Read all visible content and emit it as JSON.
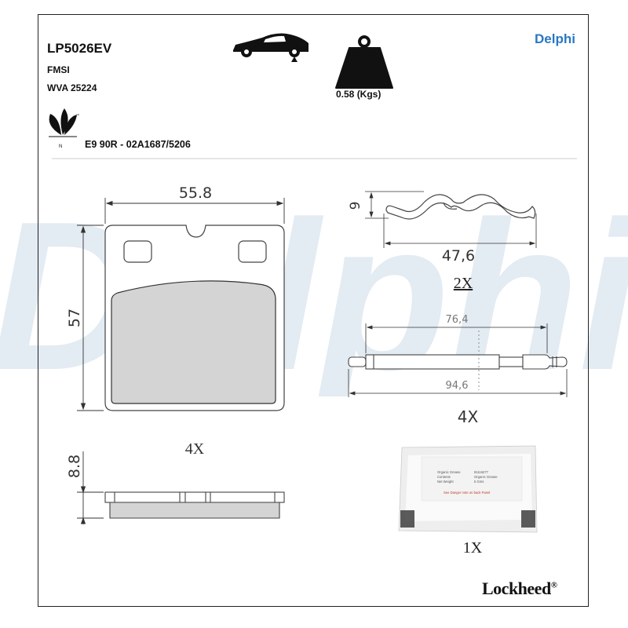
{
  "header": {
    "part_number": "LP5026EV",
    "fmsi_label": "FMSI",
    "wva_label": "WVA 25224",
    "ece_approval": "E9 90R - 02A1687/5206",
    "weight": "0.58 (Kgs)",
    "brand": "Delphi",
    "eco_mark_letter": "N",
    "eco_mark_tm": "™"
  },
  "footer": {
    "brand": "Lockheed",
    "registered": "®"
  },
  "watermark": {
    "text": "Delphi"
  },
  "pad_drawing": {
    "width_dim": "55.8",
    "height_dim": "57",
    "thickness_dim": "8.8",
    "quantity": "4X"
  },
  "spring_drawing": {
    "height_dim": "9",
    "length_dim": "47,6",
    "quantity": "2X"
  },
  "pin_drawing": {
    "inner_dim": "76,4",
    "overall_dim": "94,6",
    "quantity": "4X"
  },
  "grease_sachet": {
    "quantity": "1X",
    "lines": [
      "Organic Grease",
      "Contents",
      "Net Weight"
    ],
    "values": [
      "81116277",
      "Organic Grease",
      "5 Gms"
    ],
    "warning": "See Danger note on back Panel"
  },
  "colors": {
    "brand_blue": "#2a78c2",
    "watermark": "#e3ebf3",
    "pad_fill": "#d4d4d4",
    "warning_red": "#c0392b"
  }
}
